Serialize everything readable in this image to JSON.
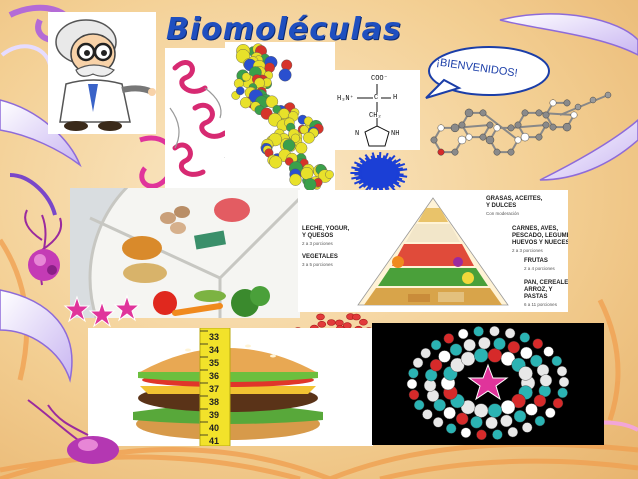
{
  "title": "Biomoléculas",
  "welcome": "¡BIENVENIDOS!",
  "histidine": {
    "top": "COO⁻",
    "amine": "H₃N⁺",
    "carbon": "C",
    "hydrogen": "H",
    "ch2": "CH₂",
    "nh": "NH",
    "n": "N"
  },
  "pyramid": {
    "fats": "GRASAS, ACEITES,\nY DULCES",
    "fats_sub": "Con moderación",
    "dairy": "LECHE, YOGUR,\nY QUESOS",
    "dairy_sub": "2 a 3 porciones",
    "meat": "CARNES, AVES,\nPESCADO, LEGUMBRES,\nHUEVOS Y NUECES",
    "meat_sub": "2 a 3 porciones",
    "veg": "VEGETALES",
    "veg_sub": "3 a 5 porciones",
    "fruit": "FRUTAS",
    "fruit_sub": "2 a 4 porciones",
    "grains": "PAN, CEREALES,\nARROZ, Y\nPASTAS",
    "grains_sub": "6 a 11 porciones"
  },
  "tape": {
    "numbers": [
      "33",
      "34",
      "35",
      "36",
      "37",
      "38",
      "39",
      "40",
      "41"
    ]
  },
  "colors": {
    "title": "#1f4fbf",
    "frame": "#f3cf93",
    "accent_pink": "#e0349b",
    "accent_purple": "#9b2a9e"
  }
}
